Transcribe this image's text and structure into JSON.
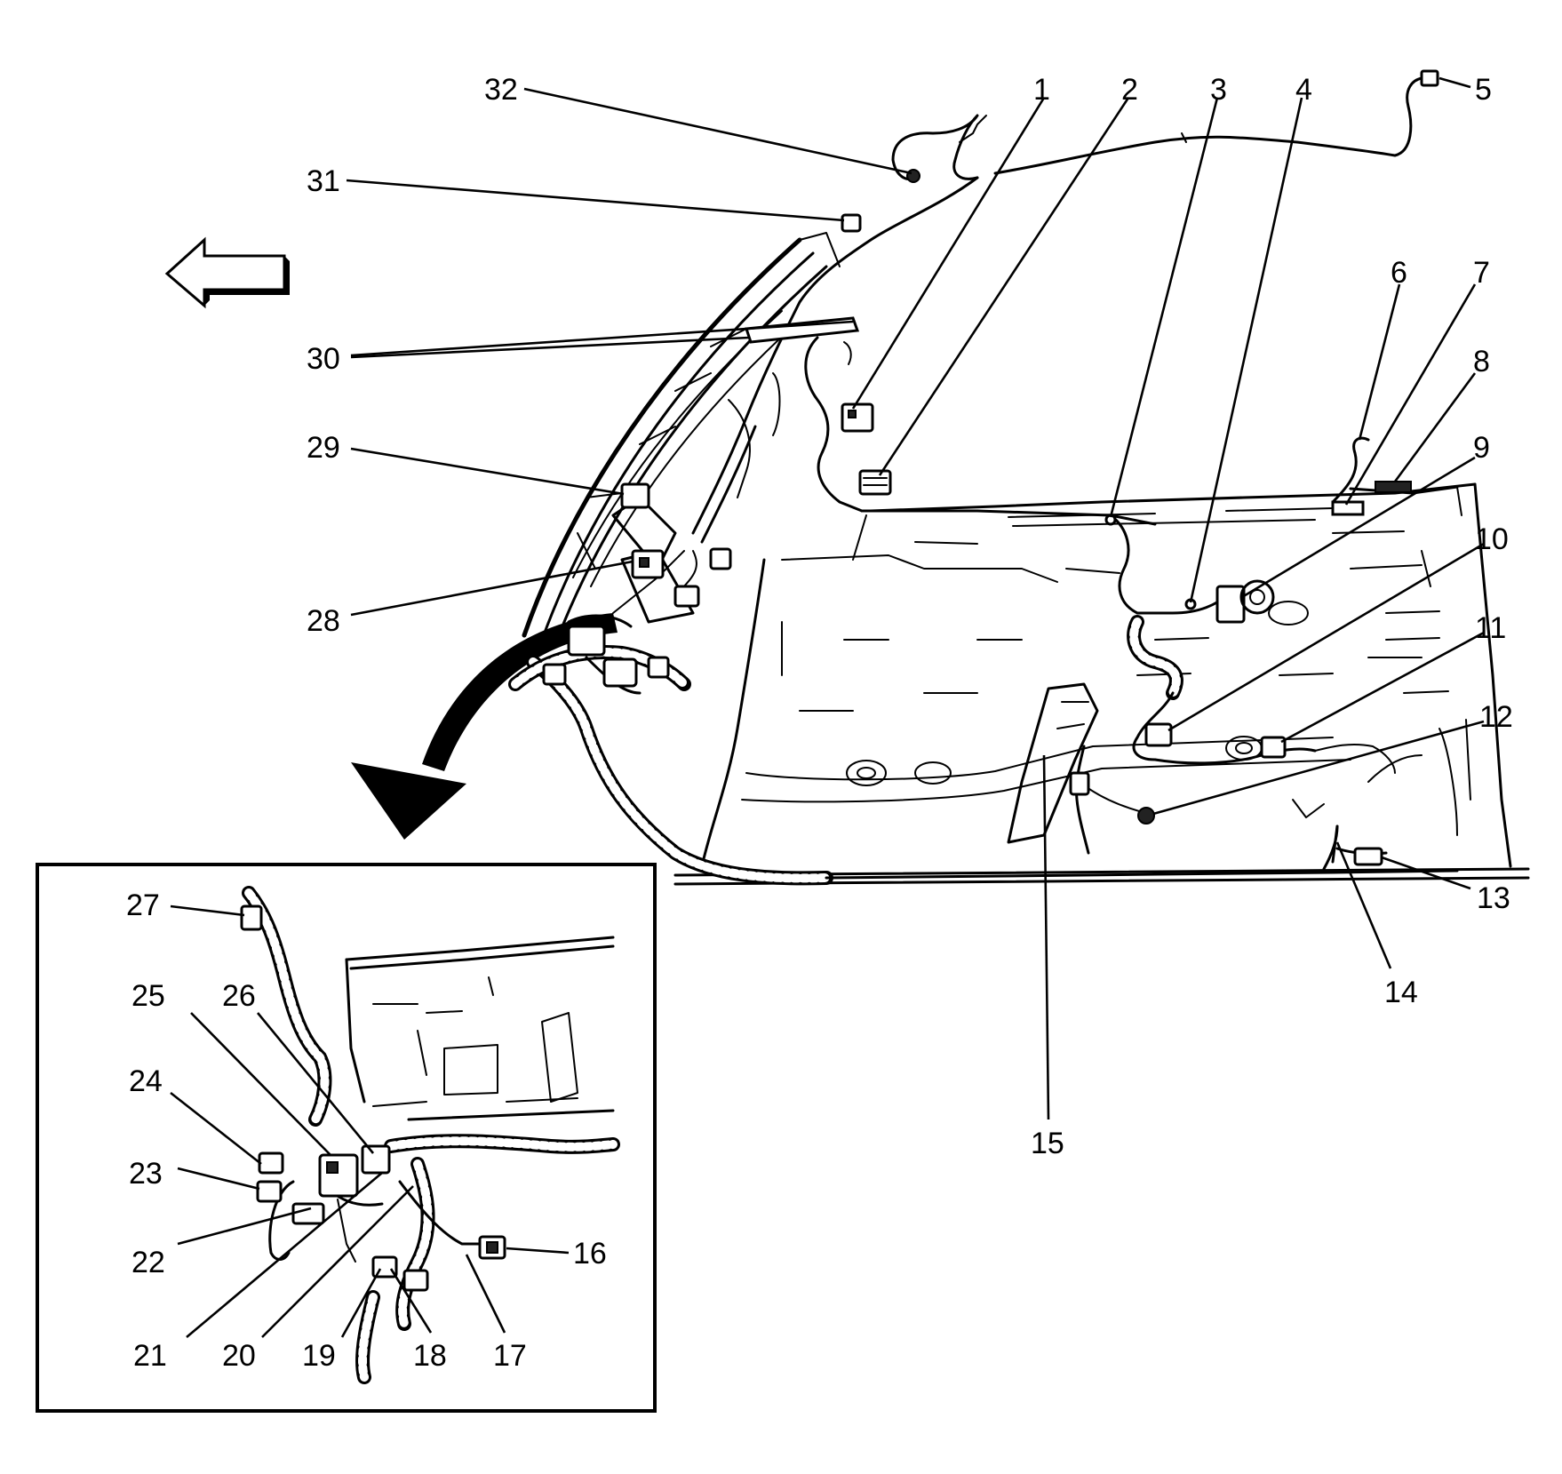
{
  "labels": [
    {
      "id": "1",
      "text": "1"
    },
    {
      "id": "2",
      "text": "2"
    },
    {
      "id": "3",
      "text": "3"
    },
    {
      "id": "4",
      "text": "4"
    },
    {
      "id": "5",
      "text": "5"
    },
    {
      "id": "6",
      "text": "6"
    },
    {
      "id": "7",
      "text": "7"
    },
    {
      "id": "8",
      "text": "8"
    },
    {
      "id": "9",
      "text": "9"
    },
    {
      "id": "10",
      "text": "10"
    },
    {
      "id": "11",
      "text": "11"
    },
    {
      "id": "12",
      "text": "12"
    },
    {
      "id": "13",
      "text": "13"
    },
    {
      "id": "14",
      "text": "14"
    },
    {
      "id": "15",
      "text": "15"
    },
    {
      "id": "16",
      "text": "16"
    },
    {
      "id": "17",
      "text": "17"
    },
    {
      "id": "18",
      "text": "18"
    },
    {
      "id": "19",
      "text": "19"
    },
    {
      "id": "20",
      "text": "20"
    },
    {
      "id": "21",
      "text": "21"
    },
    {
      "id": "22",
      "text": "22"
    },
    {
      "id": "23",
      "text": "23"
    },
    {
      "id": "24",
      "text": "24"
    },
    {
      "id": "25",
      "text": "25"
    },
    {
      "id": "26",
      "text": "26"
    },
    {
      "id": "27",
      "text": "27"
    },
    {
      "id": "28",
      "text": "28"
    },
    {
      "id": "29",
      "text": "29"
    },
    {
      "id": "30",
      "text": "30"
    },
    {
      "id": "31",
      "text": "31"
    },
    {
      "id": "32",
      "text": "32"
    }
  ],
  "icons": {
    "front_arrow": "hollow-left-arrow-icon",
    "detail_arrow": "curved-down-arrow-icon"
  }
}
